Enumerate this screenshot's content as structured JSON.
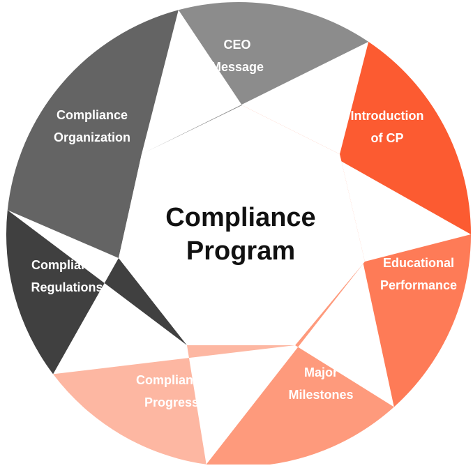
{
  "diagram": {
    "center": {
      "line1": "Compliance",
      "line2": "Program"
    },
    "segments": [
      {
        "id": "ceo-message",
        "line1": "CEO",
        "line2": "Message",
        "color": "#8c8c8c"
      },
      {
        "id": "introduction-of-cp",
        "line1": "Introduction",
        "line2": "of CP",
        "color": "#fc5b31"
      },
      {
        "id": "educational-performance",
        "line1": "Educational",
        "line2": "Performance",
        "color": "#fe7b57"
      },
      {
        "id": "major-milestones",
        "line1": "Major",
        "line2": "Milestones",
        "color": "#fe9a7c"
      },
      {
        "id": "compliance-progress",
        "line1": "Compliance",
        "line2": "Progress",
        "color": "#fdb7a2"
      },
      {
        "id": "compliance-regulations",
        "line1": "Compliance",
        "line2": "Regulations",
        "color": "#404040"
      },
      {
        "id": "compliance-organization",
        "line1": "Compliance",
        "line2": "Organization",
        "color": "#646464"
      }
    ]
  }
}
